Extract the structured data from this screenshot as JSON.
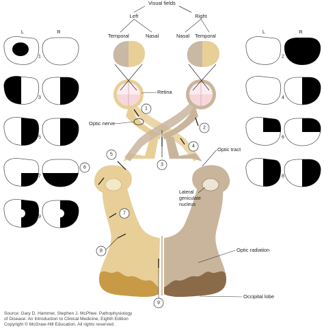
{
  "header": {
    "visual_fields": "Visual fields",
    "left": "Left",
    "right": "Right",
    "temporal_left": "Temporal",
    "nasal_left": "Nasal",
    "nasal_right": "Nasal",
    "temporal_right": "Temporal"
  },
  "columns": {
    "L": "L",
    "R": "R"
  },
  "labels": {
    "retina": "Retina",
    "optic_nerve": "Optic nerve",
    "optic_tract": "Optic tract",
    "lgn_line1": "Lateral",
    "lgn_line2": "geniculate",
    "lgn_line3": "nucleus",
    "optic_radiation": "Optic radiation",
    "occipital_lobe": "Occipital lobe"
  },
  "lesion_numbers": [
    "1",
    "2",
    "3",
    "4",
    "5",
    "6",
    "7",
    "8",
    "9"
  ],
  "field_rows": [
    {
      "number": "1"
    },
    {
      "number": "2"
    },
    {
      "number": "3"
    },
    {
      "number": "4"
    },
    {
      "number": "5"
    },
    {
      "number": "6"
    },
    {
      "number": "7"
    },
    {
      "number": "8"
    },
    {
      "number": "9"
    }
  ],
  "source": {
    "line1": "Source: Gary D. Hammer, Stephen J. McPhee: Pathophysiology",
    "line2": "of Disease: An Introduction to Clinical Medicine, Eighth Edition",
    "line3": "Copyright © McGraw-Hill Education. All rights reserved."
  },
  "colors": {
    "left_pathway": "#e8cf98",
    "left_pathway_dark": "#c89a45",
    "right_pathway": "#c9b59c",
    "right_pathway_dark": "#8a6a48",
    "retina_pink": "#f6d8dc"
  }
}
